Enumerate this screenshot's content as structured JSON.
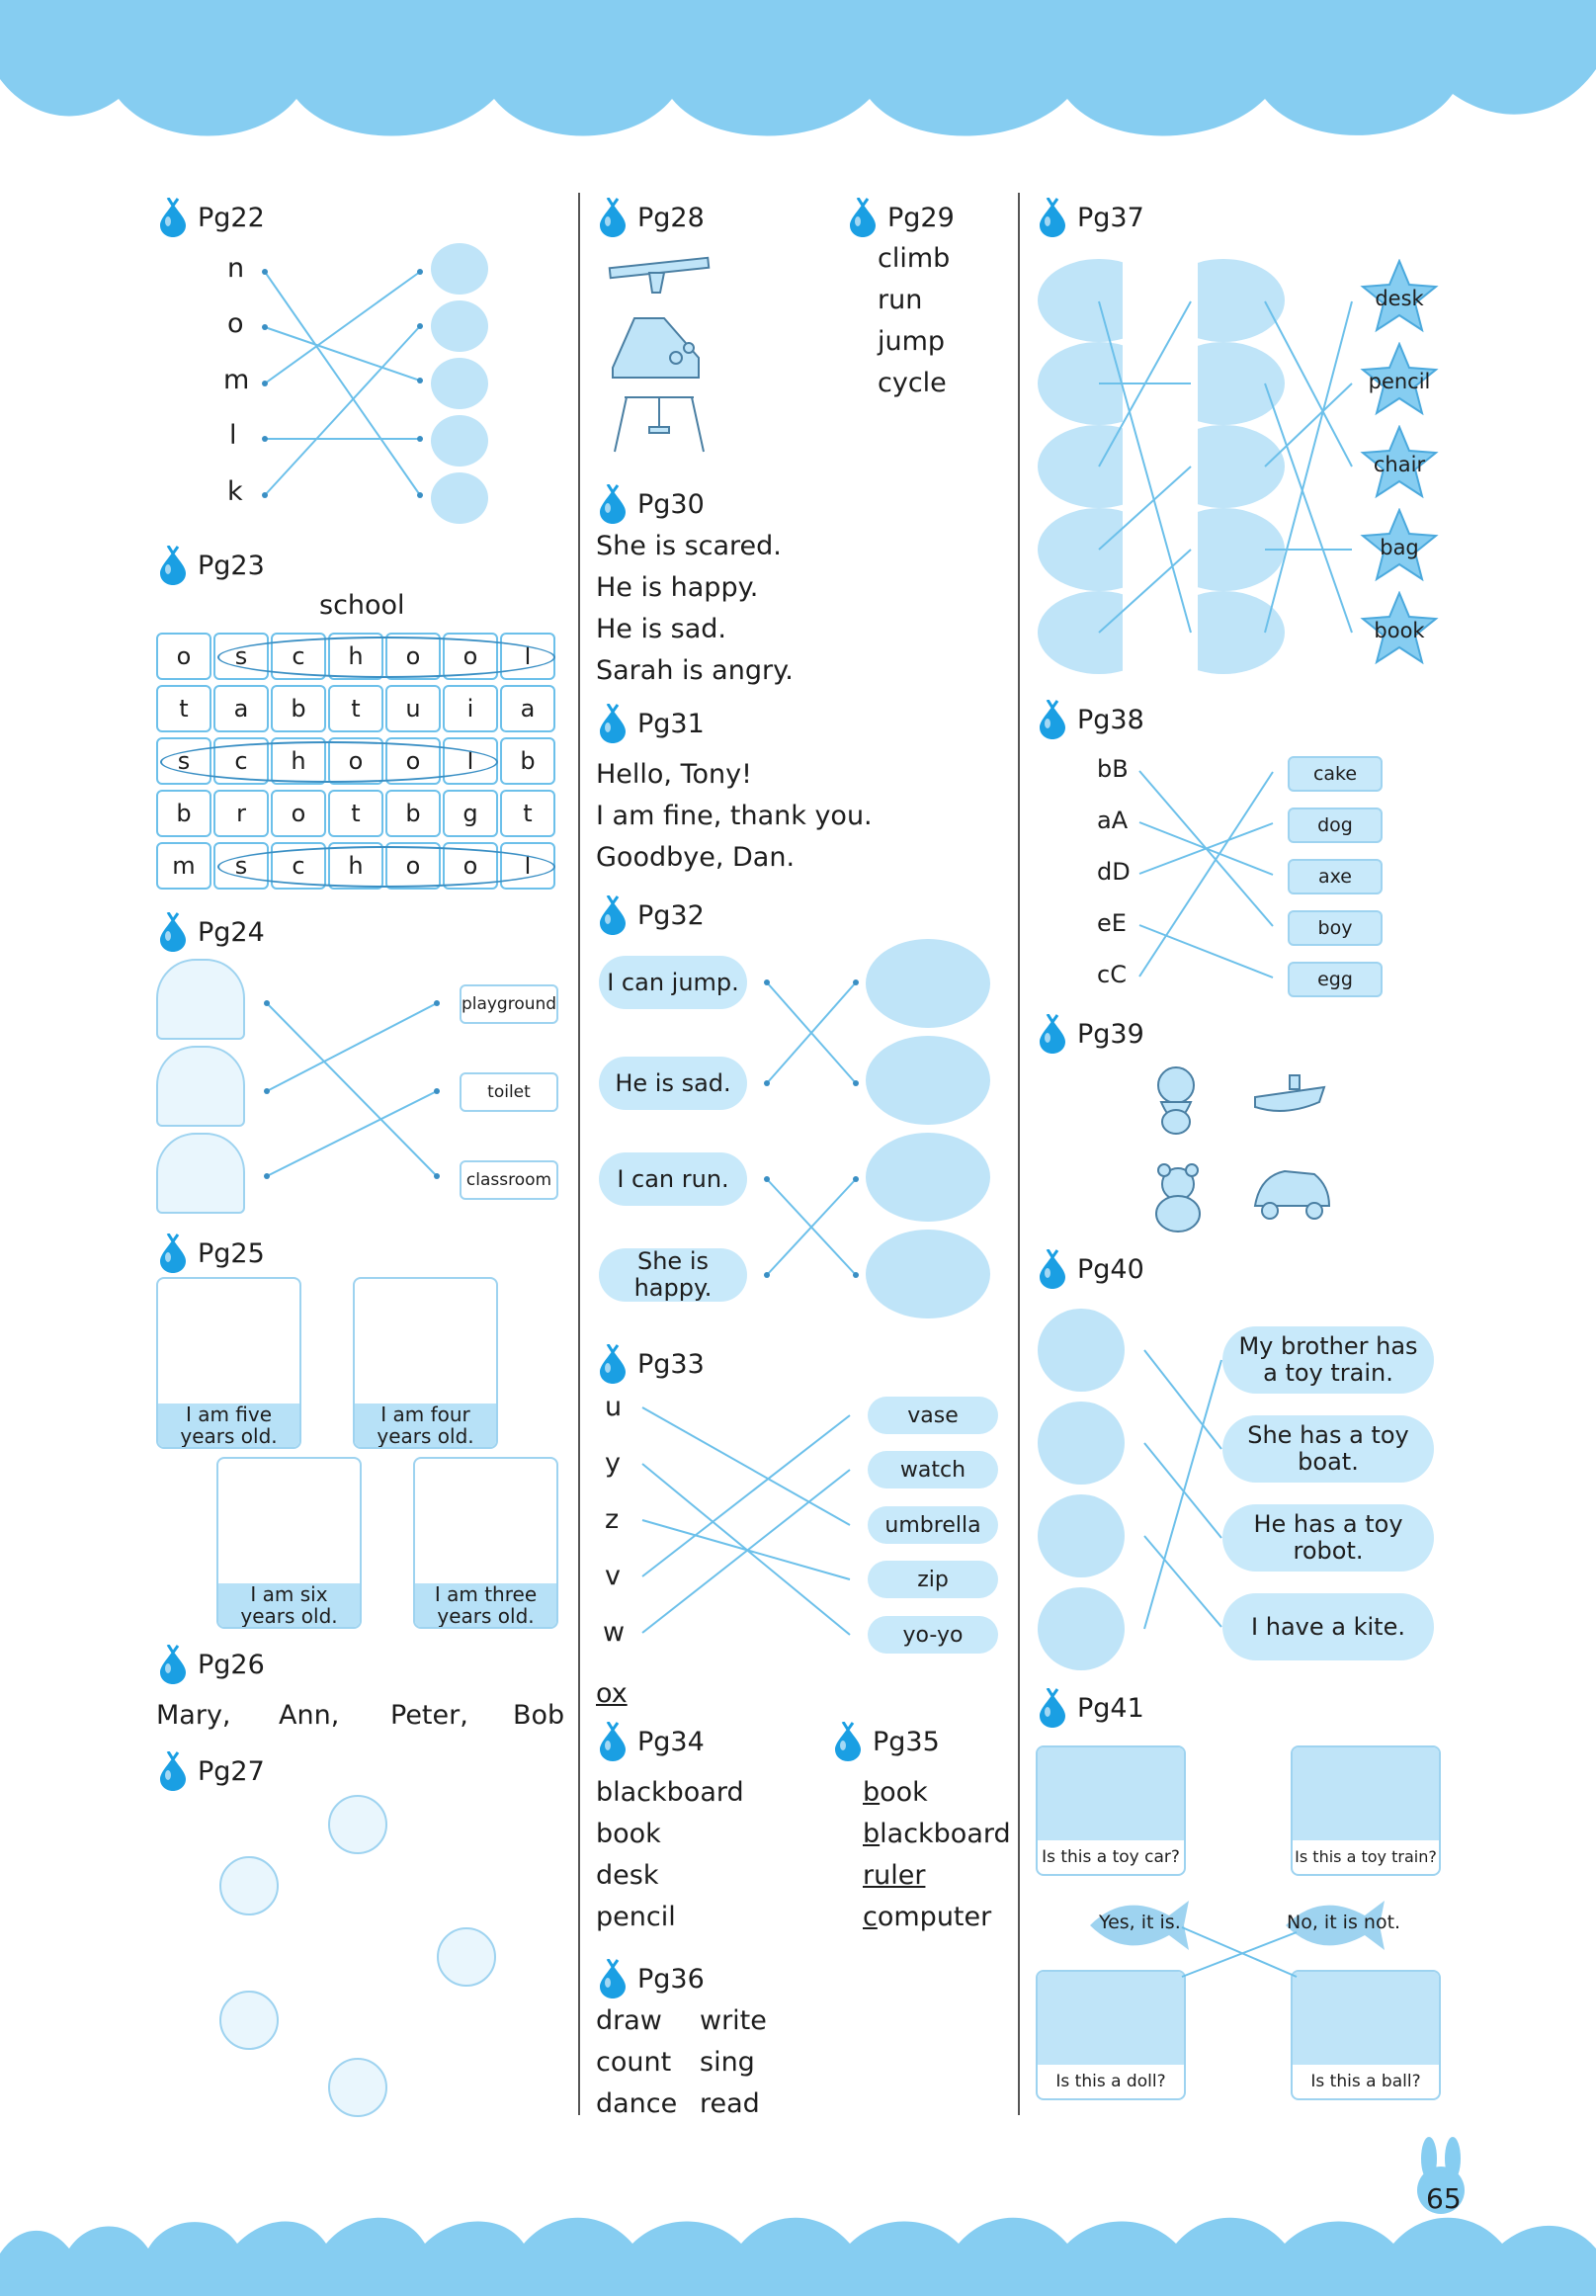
{
  "sections": {
    "pg22": "Pg22",
    "pg23": "Pg23",
    "pg24": "Pg24",
    "pg25": "Pg25",
    "pg26": "Pg26",
    "pg27": "Pg27",
    "pg28": "Pg28",
    "pg29": "Pg29",
    "pg30": "Pg30",
    "pg31": "Pg31",
    "pg32": "Pg32",
    "pg33": "Pg33",
    "pg34": "Pg34",
    "pg35": "Pg35",
    "pg36": "Pg36",
    "pg37": "Pg37",
    "pg38": "Pg38",
    "pg39": "Pg39",
    "pg40": "Pg40",
    "pg41": "Pg41"
  },
  "pg22": {
    "letters": [
      "n",
      "o",
      "m",
      "l",
      "k"
    ]
  },
  "pg23": {
    "word": "school",
    "grid": [
      [
        "o",
        "s",
        "c",
        "h",
        "o",
        "o",
        "l"
      ],
      [
        "t",
        "a",
        "b",
        "t",
        "u",
        "i",
        "a"
      ],
      [
        "s",
        "c",
        "h",
        "o",
        "o",
        "l",
        "b"
      ],
      [
        "b",
        "r",
        "o",
        "t",
        "b",
        "g",
        "t"
      ],
      [
        "m",
        "s",
        "c",
        "h",
        "o",
        "o",
        "l"
      ]
    ]
  },
  "pg24": {
    "labels": [
      "playground",
      "toilet",
      "classroom"
    ]
  },
  "pg25": {
    "captions": [
      [
        "I am five",
        "years old."
      ],
      [
        "I am four",
        "years old."
      ],
      [
        "I am six",
        "years old."
      ],
      [
        "I am three",
        "years old."
      ]
    ]
  },
  "pg26": {
    "names": [
      "Mary,",
      "Ann,",
      "Peter,",
      "Bob"
    ]
  },
  "pg29": {
    "words": [
      "climb",
      "run",
      "jump",
      "cycle"
    ]
  },
  "pg30": {
    "lines": [
      "She is scared.",
      "He is happy.",
      "He is sad.",
      "Sarah is angry."
    ]
  },
  "pg31": {
    "lines": [
      "Hello, Tony!",
      "I am fine, thank you.",
      "Goodbye, Dan."
    ]
  },
  "pg32": {
    "bubbles": [
      "I can jump.",
      "He is sad.",
      "I can run.",
      "She is happy."
    ]
  },
  "pg33": {
    "letters": [
      "u",
      "y",
      "z",
      "v",
      "w"
    ],
    "words": [
      "vase",
      "watch",
      "umbrella",
      "zip",
      "yo-yo"
    ],
    "extra": "ox"
  },
  "pg34": {
    "words": [
      "blackboard",
      "book",
      "desk",
      "pencil"
    ]
  },
  "pg35": {
    "words": [
      [
        "b",
        "ook"
      ],
      [
        "b",
        "lackboard"
      ],
      [
        "ruler",
        ""
      ],
      [
        "c",
        "omputer"
      ]
    ]
  },
  "pg36": {
    "col1": [
      "draw",
      "count",
      "dance"
    ],
    "col2": [
      "write",
      "sing",
      "read"
    ]
  },
  "pg37": {
    "stars": [
      "desk",
      "pencil",
      "chair",
      "bag",
      "book"
    ]
  },
  "pg38": {
    "letters": [
      "bB",
      "aA",
      "dD",
      "eE",
      "cC"
    ],
    "words": [
      "cake",
      "dog",
      "axe",
      "boy",
      "egg"
    ]
  },
  "pg40": {
    "bubbles": [
      [
        "My brother has",
        "a toy train."
      ],
      [
        "She has a toy",
        "boat."
      ],
      [
        "He has a toy",
        "robot."
      ],
      [
        "I have a kite.",
        ""
      ]
    ]
  },
  "pg41": {
    "questions": [
      "Is this a toy car?",
      "Is this a toy train?",
      "Is this a doll?",
      "Is this a ball?"
    ],
    "answers": [
      "Yes, it is.",
      "No, it is not."
    ]
  },
  "page_number": "65",
  "colors": {
    "accent": "#1a9fe3",
    "light": "#bfe4f8",
    "cloud": "#86cdf1"
  }
}
